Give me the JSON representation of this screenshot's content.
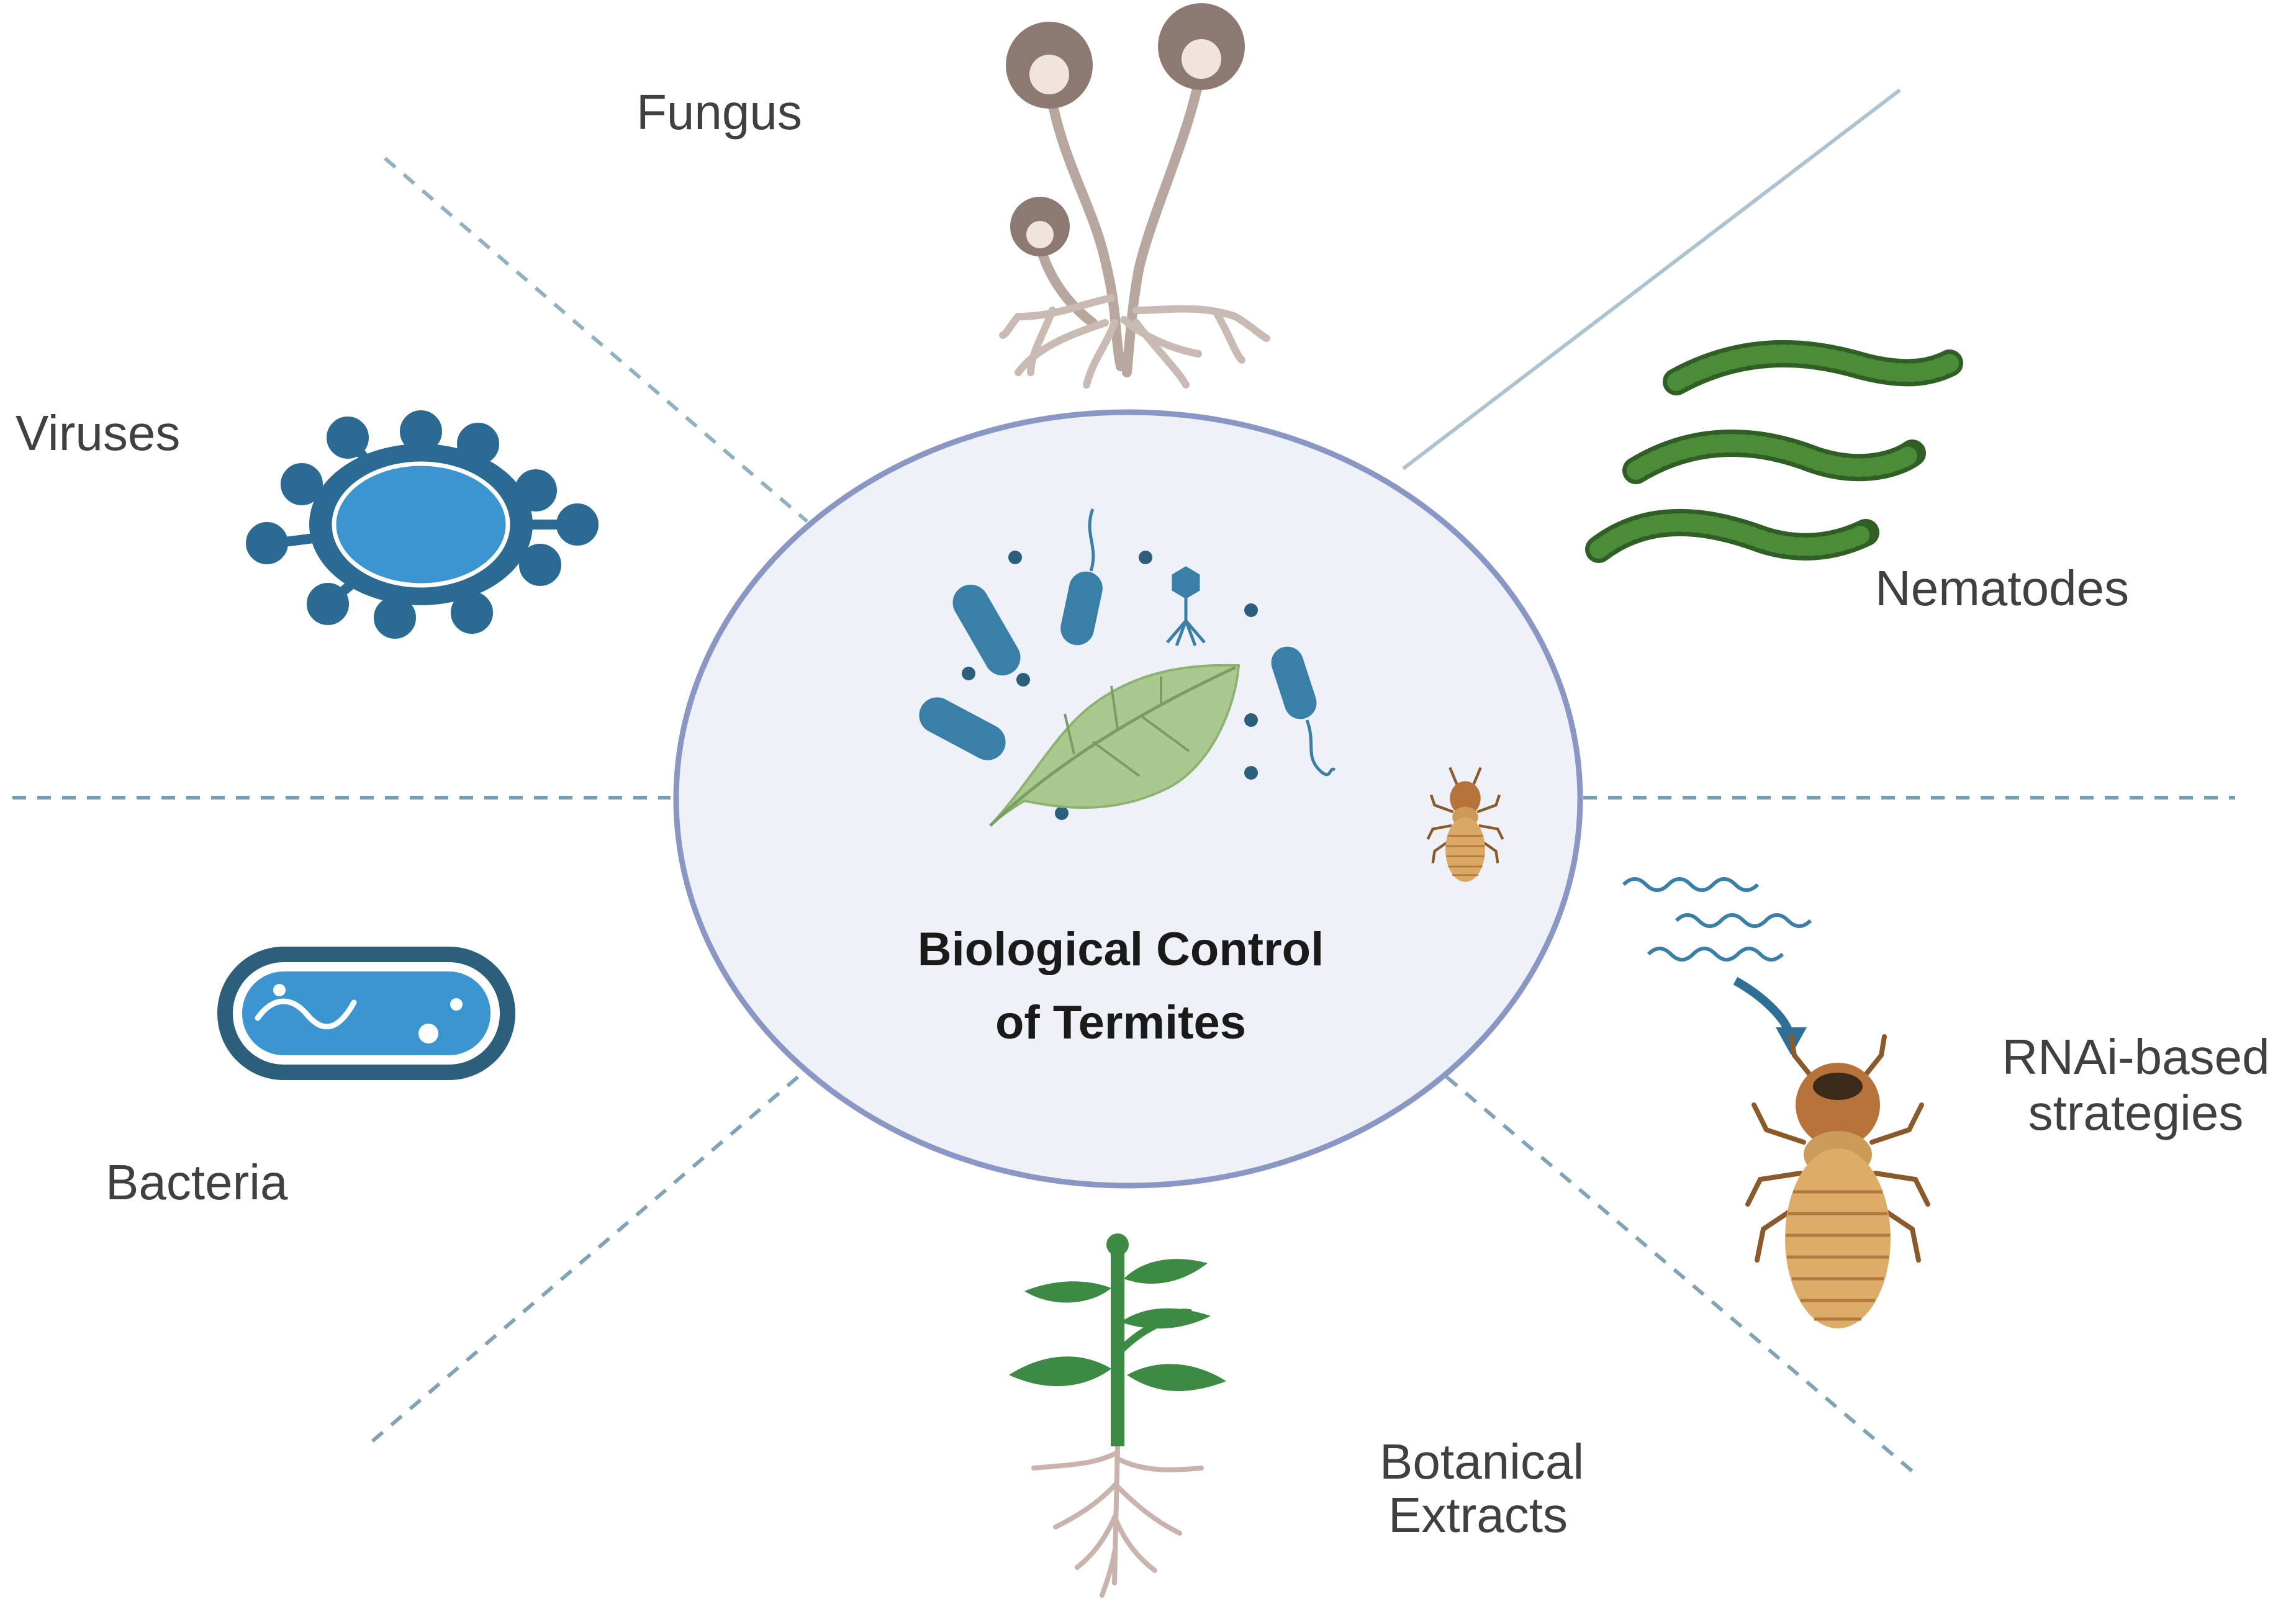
{
  "diagram": {
    "center_title_line1": "Biological Control",
    "center_title_line2": "of Termites"
  },
  "categories": {
    "fungus": "Fungus",
    "viruses": "Viruses",
    "nematodes": "Nematodes",
    "bacteria": "Bacteria",
    "rnai_line1": "RNAi-based",
    "rnai_line2": "strategies",
    "botanical_line1": "Botanical",
    "botanical_line2": "Extracts"
  },
  "icons": {
    "fungus": "fungus-icon",
    "virus": "virus-icon",
    "nematode": "nematode-icon",
    "bacterium": "bacterium-icon",
    "rna": "rna-wave-icon",
    "termite": "termite-icon",
    "plant": "plant-icon",
    "leaf": "leaf-icon"
  },
  "colors": {
    "circle_fill": "#eef2f8",
    "circle_stroke": "#8a96c4",
    "accent_blue": "#2f6f95",
    "virus_blue": "#2e7bb3",
    "fungus_brown": "#b8a79f",
    "nematode_green": "#3f7a30",
    "plant_green": "#3d8a45",
    "termite_brown": "#b7743a",
    "divider": "#4a7d96"
  }
}
